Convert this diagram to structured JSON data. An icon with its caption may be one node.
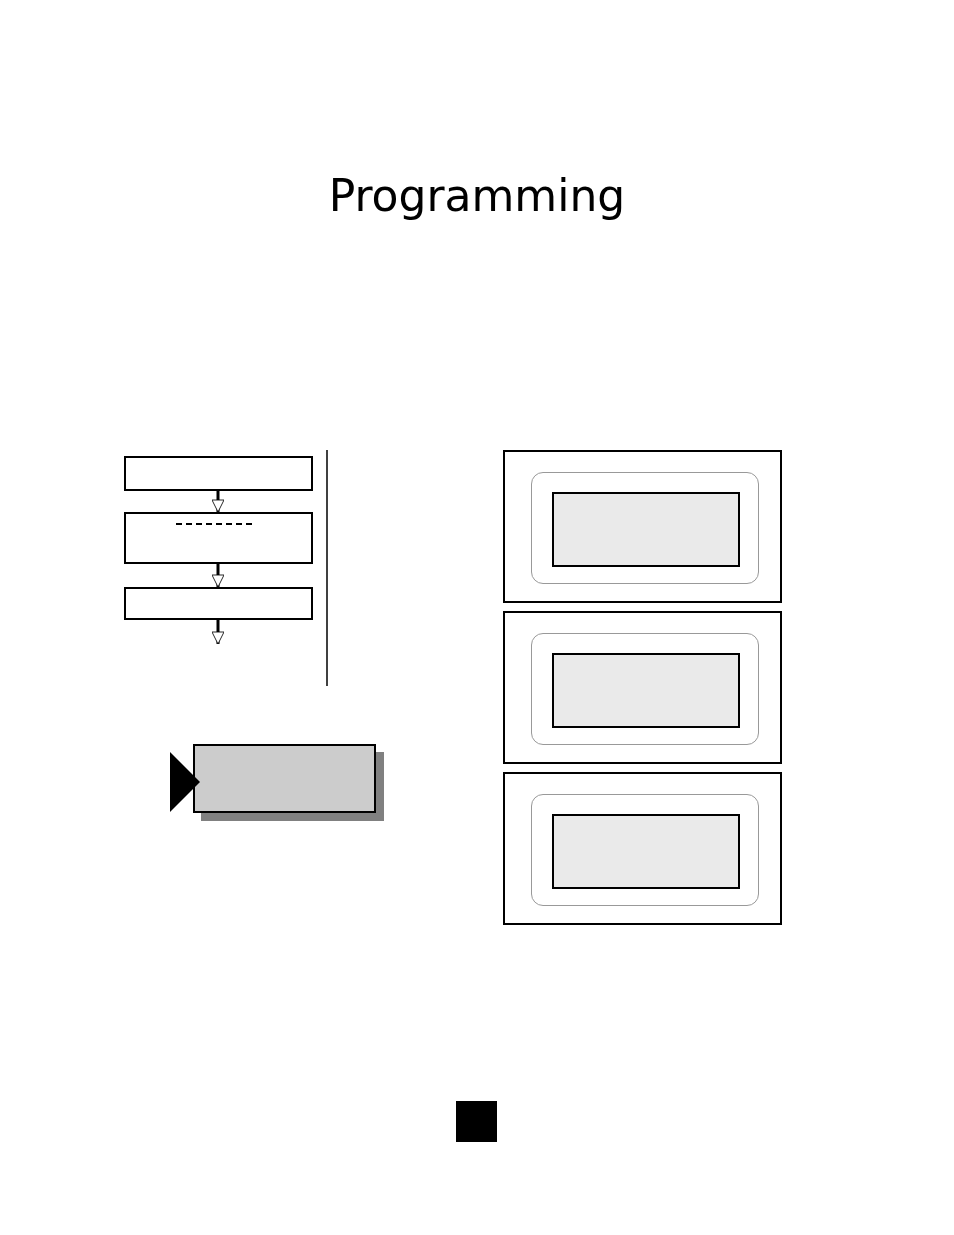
{
  "diagram": {
    "title": "Programming",
    "nodes": [
      {
        "text": [],
        "shape": "box"
      },
      {
        "text": [],
        "shape": "box"
      },
      {
        "text": [],
        "shape": "box"
      },
      {
        "text": [],
        "shape": "box"
      },
      {
        "text": [],
        "shape": "box"
      },
      {
        "text": [],
        "shape": "box",
        "in": 4
      },
      {
        "text": [],
        "shape": "box",
        "in": 5
      },
      {
        "text": [],
        "shape": "box"
      },
      {
        "text": [],
        "shape": "box",
        "in": 7
      },
      {
        "text": [],
        "shape": "box",
        "in": 8
      },
      {
        "text": [],
        "shape": "box"
      },
      {
        "text": [],
        "shape": "box",
        "in": 10
      },
      {
        "text": [],
        "shape": "box",
        "in": 11
      }
    ],
    "edges": [
      {
        "from": 0,
        "to": 1,
        "arrow": "to"
      },
      {
        "from": 1,
        "to": 2,
        "arrow": "to"
      },
      {
        "from": 2,
        "to": null,
        "arrow": "to"
      }
    ]
  }
}
